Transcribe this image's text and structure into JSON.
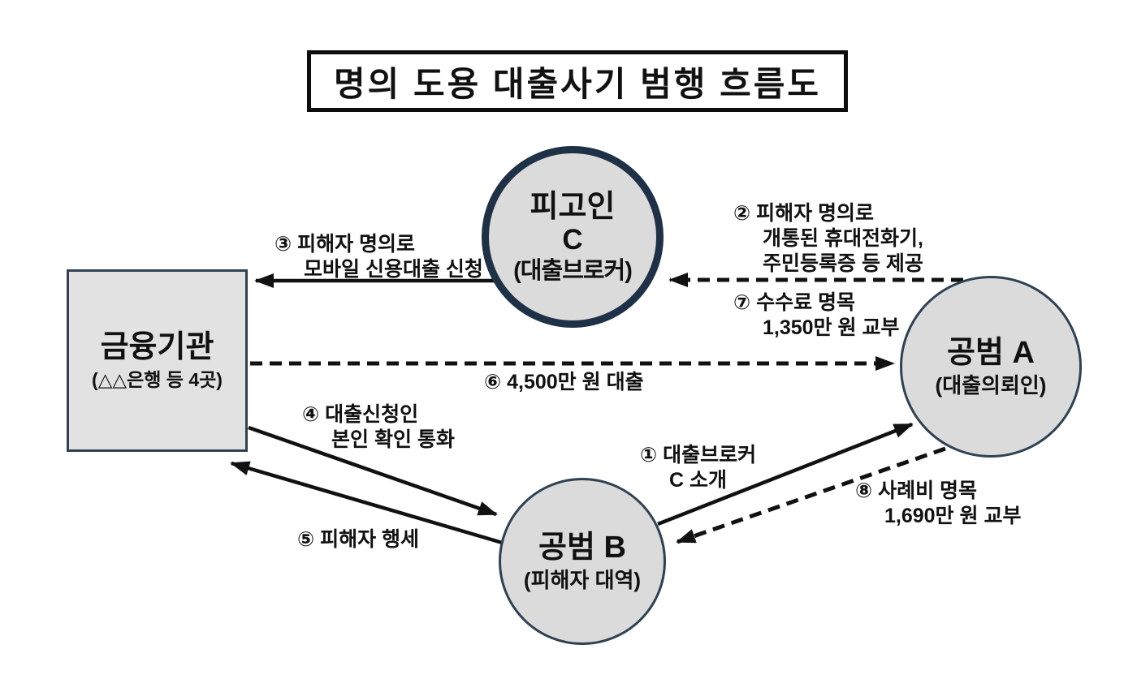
{
  "title": "명의 도용 대출사기 범행 흐름도",
  "colors": {
    "navy-thick": "#1F3147",
    "node-border": "#2F4254",
    "node-fill": "#DBDBDB",
    "rect-fill": "#E2E2E2",
    "ink": "#111111"
  },
  "nodes": {
    "defendant_c": {
      "line1": "피고인",
      "line2": "C",
      "sub": "(대출브로커)"
    },
    "financial_institution": {
      "name": "금융기관",
      "sub": "(△△은행 등 4곳)"
    },
    "accomplice_a": {
      "name": "공범 A",
      "sub": "(대출의뢰인)"
    },
    "accomplice_b": {
      "name": "공범 B",
      "sub": "(피해자 대역)"
    }
  },
  "edges": {
    "step1": {
      "line_style": "solid",
      "lines": [
        "① 대출브로커",
        "C 소개"
      ]
    },
    "step2": {
      "line_style": "dashed",
      "lines": [
        "② 피해자 명의로",
        "개통된 휴대전화기,",
        "주민등록증 등 제공"
      ]
    },
    "step3": {
      "line_style": "solid",
      "lines": [
        "③ 피해자 명의로",
        "모바일 신용대출 신청"
      ]
    },
    "step4": {
      "line_style": "solid",
      "lines": [
        "④ 대출신청인",
        "본인 확인 통화"
      ]
    },
    "step5": {
      "line_style": "solid",
      "lines": [
        "⑤ 피해자 행세"
      ]
    },
    "step6": {
      "line_style": "dashed",
      "lines": [
        "⑥ 4,500만 원 대출"
      ]
    },
    "step7": {
      "line_style": "dashed",
      "lines": [
        "⑦ 수수료 명목",
        "1,350만 원 교부"
      ]
    },
    "step8": {
      "line_style": "dashed",
      "lines": [
        "⑧ 사례비 명목",
        "1,690만 원 교부"
      ]
    }
  }
}
